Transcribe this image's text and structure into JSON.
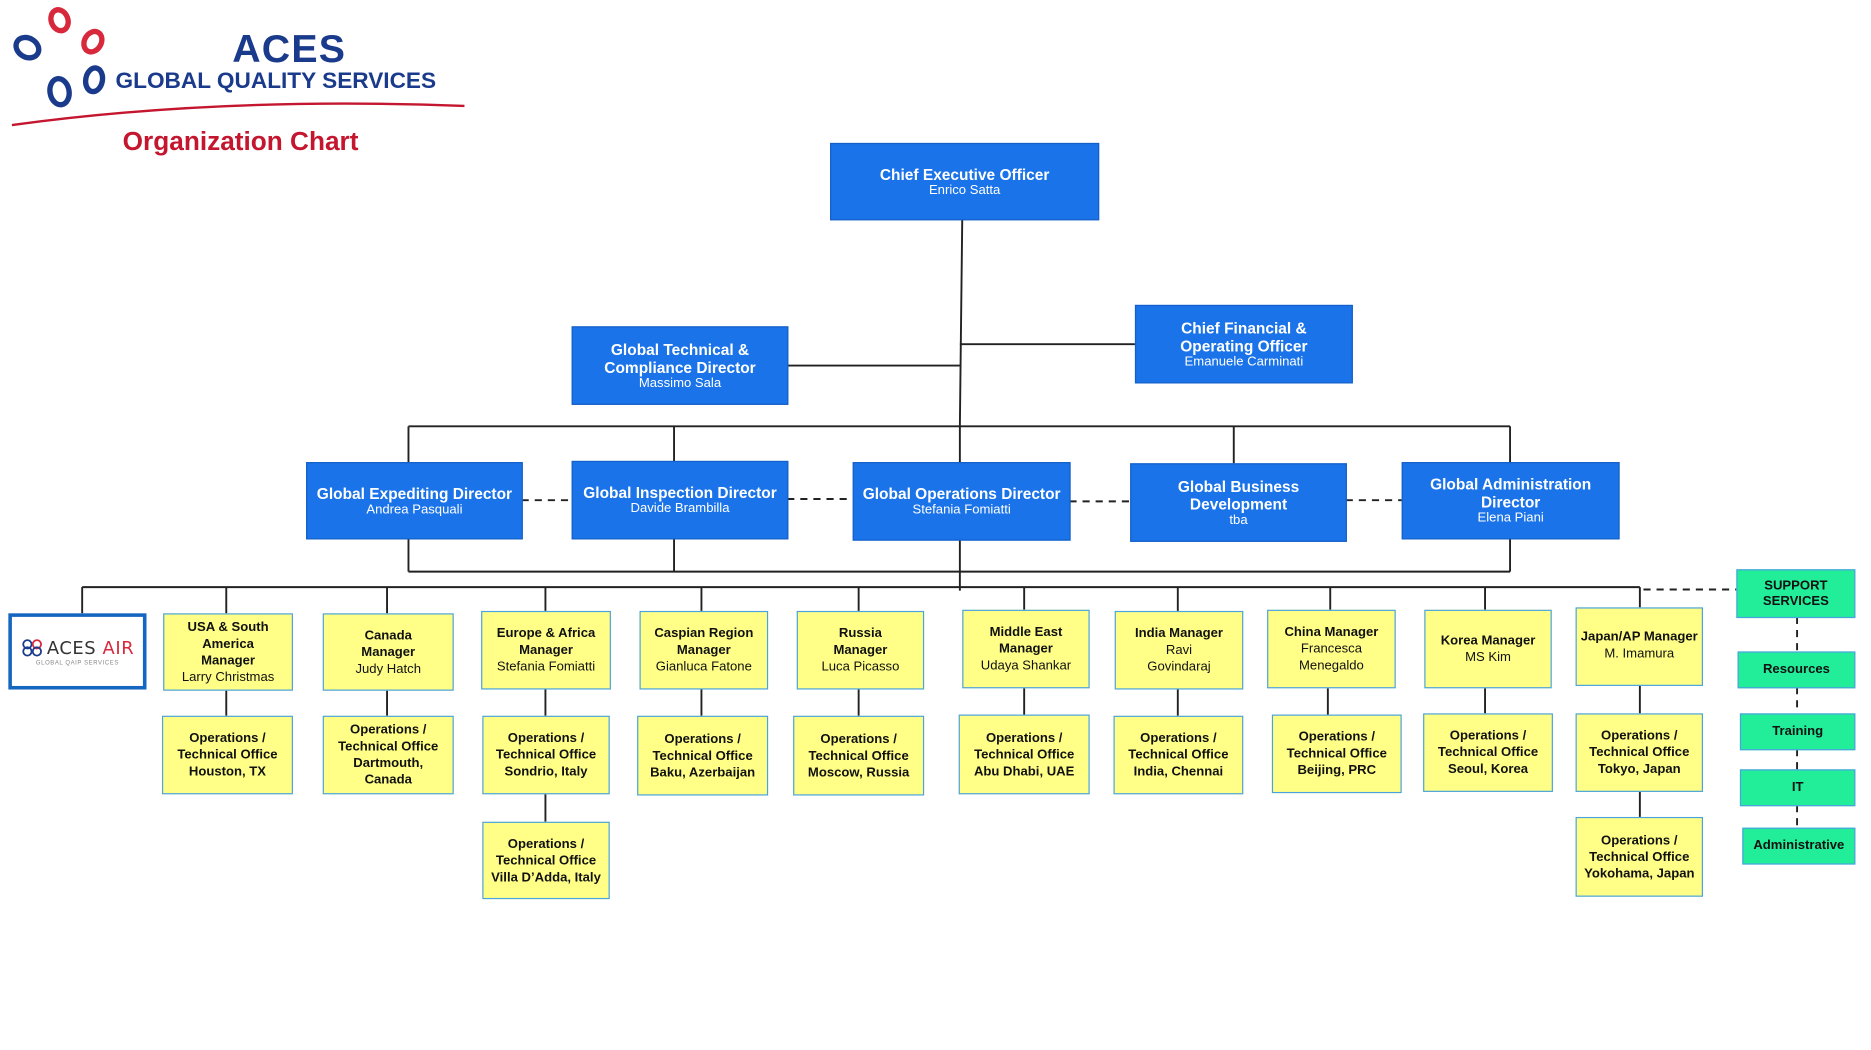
{
  "logo": {
    "brand": "ACES",
    "tagline": "GLOBAL QUALITY SERVICES",
    "chart_title": "Organization Chart"
  },
  "executives": {
    "ceo": {
      "title": "Chief Executive Officer",
      "name": "Enrico Satta"
    },
    "tech": {
      "title": "Global  Technical & Compliance Director",
      "name": "Massimo Sala"
    },
    "cfo": {
      "title": "Chief Financial & Operating Officer",
      "name": "Emanuele Carminati"
    }
  },
  "directors": {
    "expediting": {
      "title": "Global Expediting Director",
      "name": "Andrea Pasquali"
    },
    "inspection": {
      "title": "Global Inspection Director",
      "name": "Davide Brambilla"
    },
    "operations": {
      "title": "Global Operations Director",
      "name": "Stefania Fomiatti"
    },
    "bizdev": {
      "title": "Global Business Development",
      "name": "tba"
    },
    "admin": {
      "title": "Global Administration Director",
      "name": "Elena Piani"
    }
  },
  "aces_air": {
    "text_a": "ACES",
    "text_b": "AIR",
    "subtitle": "GLOBAL QAIP SERVICES"
  },
  "managers": {
    "usa": {
      "title": "USA & South America Manager",
      "name": "Larry Christmas"
    },
    "canada": {
      "title": "Canada Manager",
      "name": "Judy Hatch"
    },
    "europe": {
      "title": "Europe & Africa Manager",
      "name": "Stefania Fomiatti"
    },
    "caspian": {
      "title": "Caspian Region Manager",
      "name": "Gianluca Fatone"
    },
    "russia": {
      "title": "Russia Manager",
      "name": "Luca Picasso"
    },
    "mideast": {
      "title": "Middle East Manager",
      "name": "Udaya Shankar"
    },
    "india": {
      "title": "India Manager",
      "name": "Ravi Govindaraj"
    },
    "china": {
      "title": "China Manager",
      "name": "Francesca Menegaldo"
    },
    "korea": {
      "title": "Korea Manager",
      "name": "MS Kim"
    },
    "japan": {
      "title": "Japan/AP Manager",
      "name": "M. Imamura"
    }
  },
  "offices": {
    "houston": "Operations / Technical Office Houston, TX",
    "dartmouth": "Operations / Technical Office Dartmouth, Canada",
    "sondrio": "Operations / Technical Office Sondrio, Italy",
    "villa": "Operations / Technical Office Villa D’Adda, Italy",
    "baku": "Operations / Technical Office Baku, Azerbaijan",
    "moscow": "Operations / Technical Office Moscow, Russia",
    "abudhabi": "Operations / Technical Office Abu Dhabi, UAE",
    "chennai": "Operations / Technical Office India, Chennai",
    "beijing": "Operations / Technical Office Beijing, PRC",
    "seoul": "Operations / Technical Office Seoul, Korea",
    "tokyo": "Operations / Technical Office Tokyo, Japan",
    "yokohama": "Operations / Technical Office Yokohama, Japan"
  },
  "support": {
    "header": "SUPPORT SERVICES",
    "resources": "Resources",
    "training": "Training",
    "it": "IT",
    "administrative": "Administrative"
  },
  "colors": {
    "exec_fill": "#1a73e8",
    "manager_fill": "#ffff88",
    "manager_border": "#4aa3df",
    "support_fill": "#22ee9a",
    "brand_blue": "#1a3a8c",
    "brand_red": "#c4162e"
  }
}
